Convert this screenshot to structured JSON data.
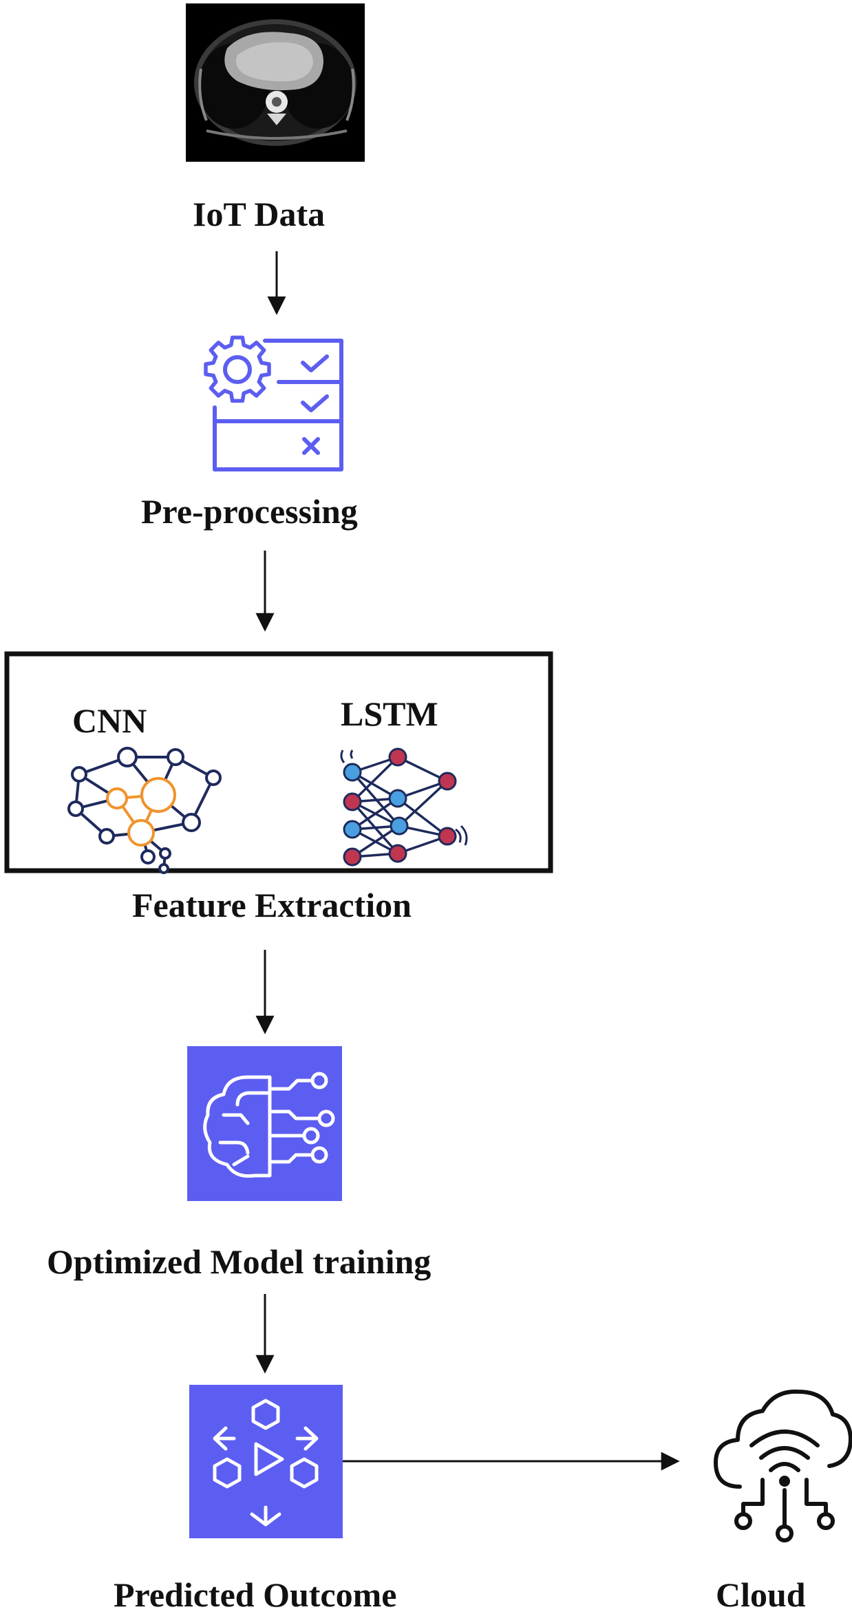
{
  "steps": {
    "iot_data": "IoT Data",
    "pre_processing": "Pre-processing",
    "feature_extraction": "Feature Extraction",
    "cnn": "CNN",
    "lstm": "LSTM",
    "model_training": "Optimized Model training",
    "predicted_outcome": "Predicted Outcome",
    "cloud": "Cloud"
  },
  "colors": {
    "accent": "#5b5ef0",
    "cnn_orange": "#f0932b",
    "cnn_navy": "#1f2a5c",
    "lstm_blue": "#4a9fe0",
    "lstm_red": "#c0354f",
    "arrow": "#111111"
  },
  "icons": {
    "iot_data": "ct-scan-image",
    "pre_processing": "gear-checklist-icon",
    "cnn": "neural-network-icon",
    "lstm": "lstm-network-icon",
    "model_training": "brain-circuit-icon",
    "predicted_outcome": "prediction-hexagon-icon",
    "cloud": "cloud-network-icon"
  }
}
